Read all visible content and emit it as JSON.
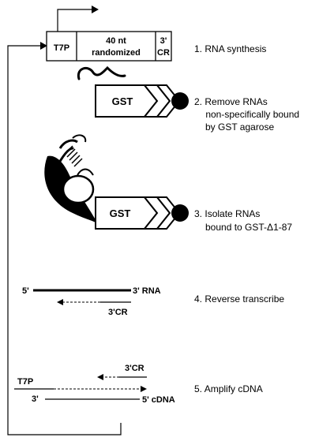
{
  "template": {
    "promoter": "T7P",
    "randomized_line1": "40 nt",
    "randomized_line2": "randomized",
    "cr_line1": "3'",
    "cr_line2": "CR"
  },
  "steps": [
    {
      "number": "1.",
      "lines": [
        "RNA synthesis"
      ]
    },
    {
      "number": "2.",
      "lines": [
        "Remove RNAs",
        " non-specifically bound",
        "by GST agarose"
      ]
    },
    {
      "number": "3.",
      "lines": [
        "Isolate RNAs",
        "bound to GST-Δ1-87"
      ]
    },
    {
      "number": "4.",
      "lines": [
        "Reverse transcribe"
      ]
    },
    {
      "number": "5.",
      "lines": [
        "Amplify cDNA"
      ]
    }
  ],
  "protein_label": "GST",
  "rt": {
    "rna_5": "5'",
    "rna_3": "3' RNA",
    "primer": "3'CR"
  },
  "pcr": {
    "promoter": "T7P",
    "primer": "3'CR",
    "cdna_3": "3'",
    "cdna_5": "5' cDNA"
  }
}
